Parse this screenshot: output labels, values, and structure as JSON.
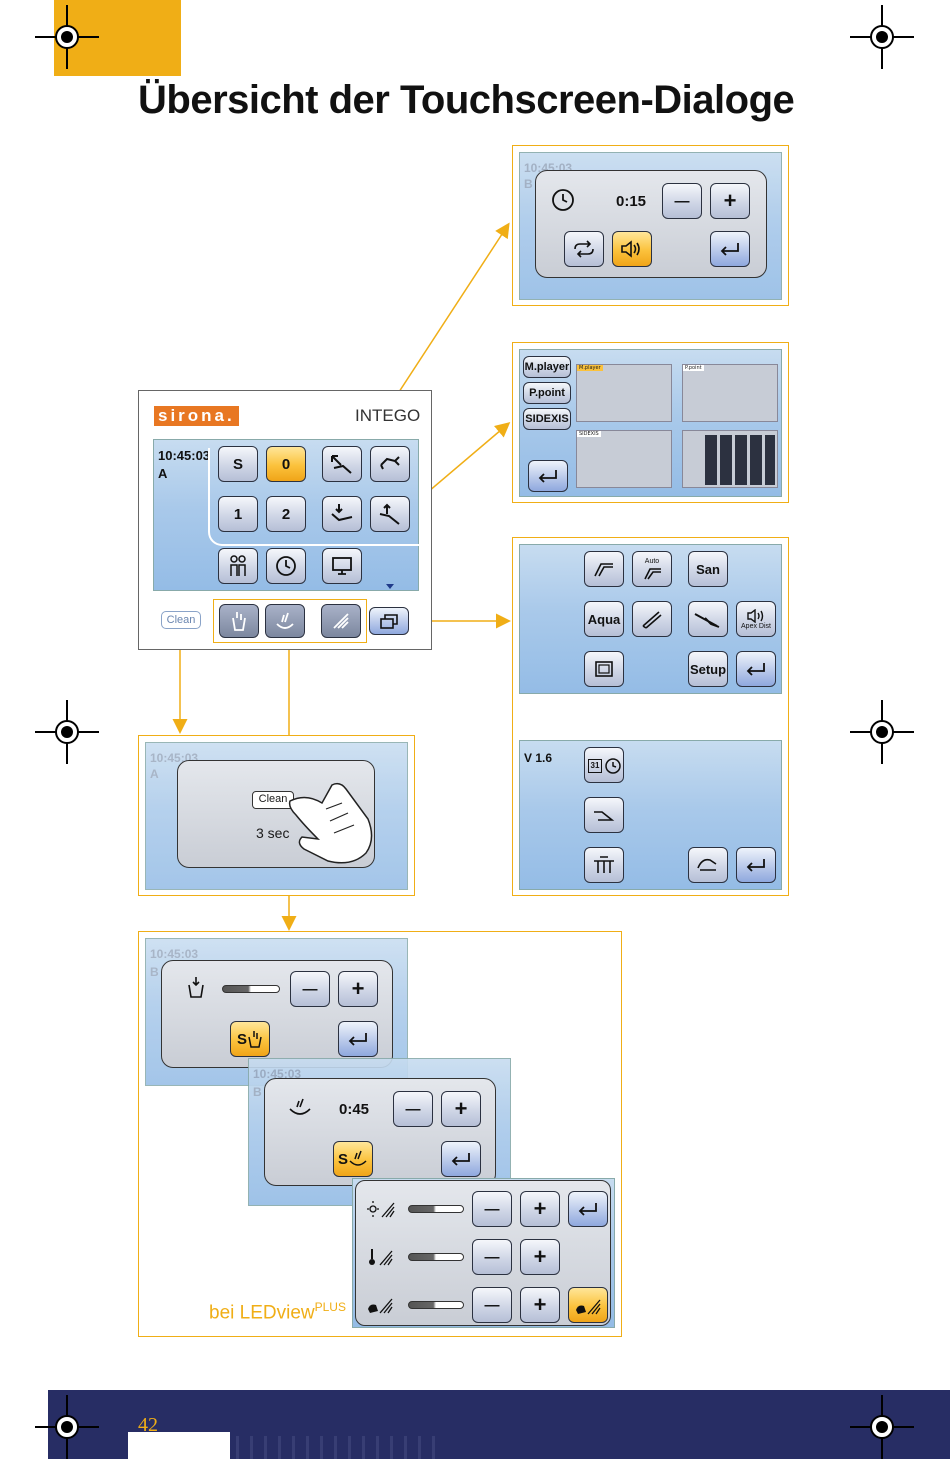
{
  "page_title": "Übersicht der Touchscreen-Dialoge",
  "page_number": "42",
  "colors": {
    "accent": "#f0ae16",
    "navy": "#272d64",
    "screen": "#a9c9ea"
  },
  "main_panel": {
    "brand": "sirona.",
    "model": "INTEGO",
    "time": "10:45:03",
    "profile": "A",
    "buttons": [
      "S",
      "0",
      "1",
      "2"
    ],
    "clean_label": "Clean"
  },
  "timer_dialog": {
    "ghost_time": "10:45:03",
    "ghost_profile": "B",
    "value": "0:15"
  },
  "media_screen": {
    "tabs": [
      "M.player",
      "P.point",
      "SIDEXIS"
    ],
    "mini_labels": [
      "M.player",
      "P.point",
      "SIDEXIS"
    ]
  },
  "functions_screen": {
    "auto_label": "Auto",
    "san_label": "San",
    "aqua_label": "Aqua",
    "apex_label": "Apex Dist",
    "setup_label": "Setup"
  },
  "setup_screen": {
    "version": "V 1.6",
    "calendar_day": "31"
  },
  "clean_screen": {
    "ghost_time": "10:45:03",
    "ghost_profile": "A",
    "clean_button": "Clean",
    "seconds_text": "3 sec"
  },
  "cup_dialog": {
    "ghost_time": "10:45:03",
    "ghost_profile": "B",
    "s_label": "S"
  },
  "bowl_dialog": {
    "ghost_time": "10:45:03",
    "ghost_profile": "B",
    "value": "0:45",
    "s_label": "S"
  },
  "led_note": {
    "text": "bei LEDview",
    "sup": "PLUS"
  }
}
